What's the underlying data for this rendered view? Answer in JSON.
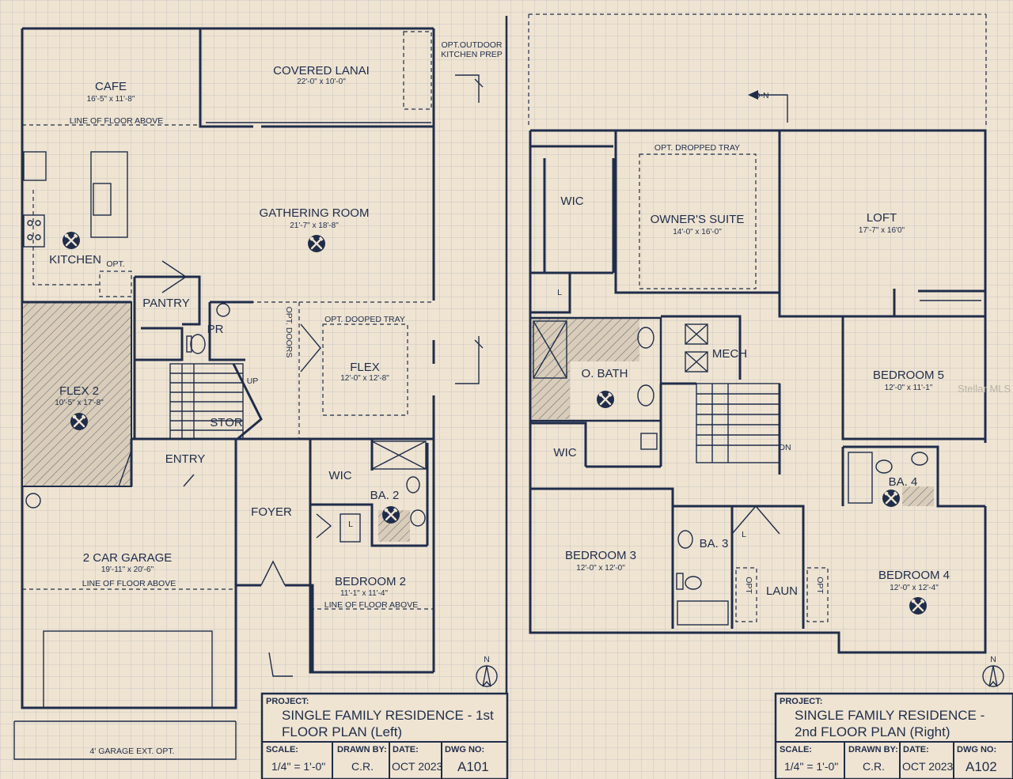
{
  "colors": {
    "ink": "#1f2d4a",
    "paper": "#efe4d2",
    "grid": "#9aa0ad"
  },
  "icon": "tools-icon",
  "plan1": {
    "rooms": [
      {
        "name": "CAFE",
        "dim": "16'-5\" x 11'-8\""
      },
      {
        "name": "COVERED LANAI",
        "dim": "22'-0\" x 10'-0\""
      },
      {
        "name": "GATHERING ROOM",
        "dim": "21'-7\" x 18'-8\""
      },
      {
        "name": "KITCHEN",
        "dim": ""
      },
      {
        "name": "PANTRY",
        "dim": ""
      },
      {
        "name": "PR",
        "dim": ""
      },
      {
        "name": "FLEX",
        "dim": "12'-0\" x 12'-8\""
      },
      {
        "name": "FLEX 2",
        "dim": "10'-5\" x 17'-8\""
      },
      {
        "name": "STOR",
        "dim": ""
      },
      {
        "name": "ENTRY",
        "dim": ""
      },
      {
        "name": "FOYER",
        "dim": ""
      },
      {
        "name": "WIC",
        "dim": ""
      },
      {
        "name": "BA. 2",
        "dim": ""
      },
      {
        "name": "BEDROOM 2",
        "dim": "11'-1\" x 11'-4\""
      },
      {
        "name": "2 CAR GARAGE",
        "dim": "19'-11\" x 20'-6\""
      }
    ],
    "notes": {
      "outdoor": "OPT.OUTDOOR",
      "outdoor2": "KITCHEN PREP",
      "floor_above_cafe": "LINE OF FLOOR ABOVE",
      "opt": "OPT.",
      "opt_doors": "OPT. DOORS",
      "tray": "OPT. DOOPED TRAY",
      "up": "UP",
      "floor_above_bed2": "LINE OF FLOOR ABOVE",
      "floor_above_garage": "LINE OF FLOOR ABOVE",
      "garage_ext": "4' GARAGE EXT. OPT.",
      "l": "L",
      "north": "N"
    },
    "title_block": {
      "project_label": "PROJECT:",
      "title_line1": "SINGLE FAMILY RESIDENCE - 1st",
      "title_line2": "FLOOR PLAN (Left)",
      "scale_label": "SCALE:",
      "scale": "1/4\" = 1'-0\"",
      "drawn_label": "DRAWN BY:",
      "drawn": "C.R.",
      "date_label": "DATE:",
      "date": "OCT 2023",
      "dwg_label": "DWG NO:",
      "dwg": "A101"
    }
  },
  "plan2": {
    "rooms": [
      {
        "name": "WIC",
        "dim": ""
      },
      {
        "name": "OWNER'S SUITE",
        "dim": "14'-0\" x 16'-0\""
      },
      {
        "name": "LOFT",
        "dim": "17'-7\" x 16'0\""
      },
      {
        "name": "MECH",
        "dim": ""
      },
      {
        "name": "O. BATH",
        "dim": ""
      },
      {
        "name": "BEDROOM 5",
        "dim": "12'-0\" x 11'-1\""
      },
      {
        "name": "WIC",
        "dim": ""
      },
      {
        "name": "BA. 4",
        "dim": ""
      },
      {
        "name": "BEDROOM 3",
        "dim": "12'-0\" x 12'-0\""
      },
      {
        "name": "BA. 3",
        "dim": ""
      },
      {
        "name": "LAUN",
        "dim": ""
      },
      {
        "name": "BEDROOM 4",
        "dim": "12'-0\" x 12'-4\""
      }
    ],
    "notes": {
      "tray": "OPT. DROPPED TRAY",
      "dn": "DN",
      "l1": "L",
      "l2": "L",
      "opt1": "OPT",
      "opt2": "OPT",
      "on": "O-N",
      "north": "N"
    },
    "title_block": {
      "project_label": "PROJECT:",
      "title_line1": "SINGLE FAMILY RESIDENCE -",
      "title_line2": "2nd FLOOR PLAN (Right)",
      "scale_label": "SCALE:",
      "scale": "1/4\" = 1'-0\"",
      "drawn_label": "DRAWN BY:",
      "drawn": "C.R.",
      "date_label": "DATE:",
      "date": "OCT 2023",
      "dwg_label": "DWG NO:",
      "dwg": "A102"
    }
  },
  "watermark": "Stellar MLS"
}
